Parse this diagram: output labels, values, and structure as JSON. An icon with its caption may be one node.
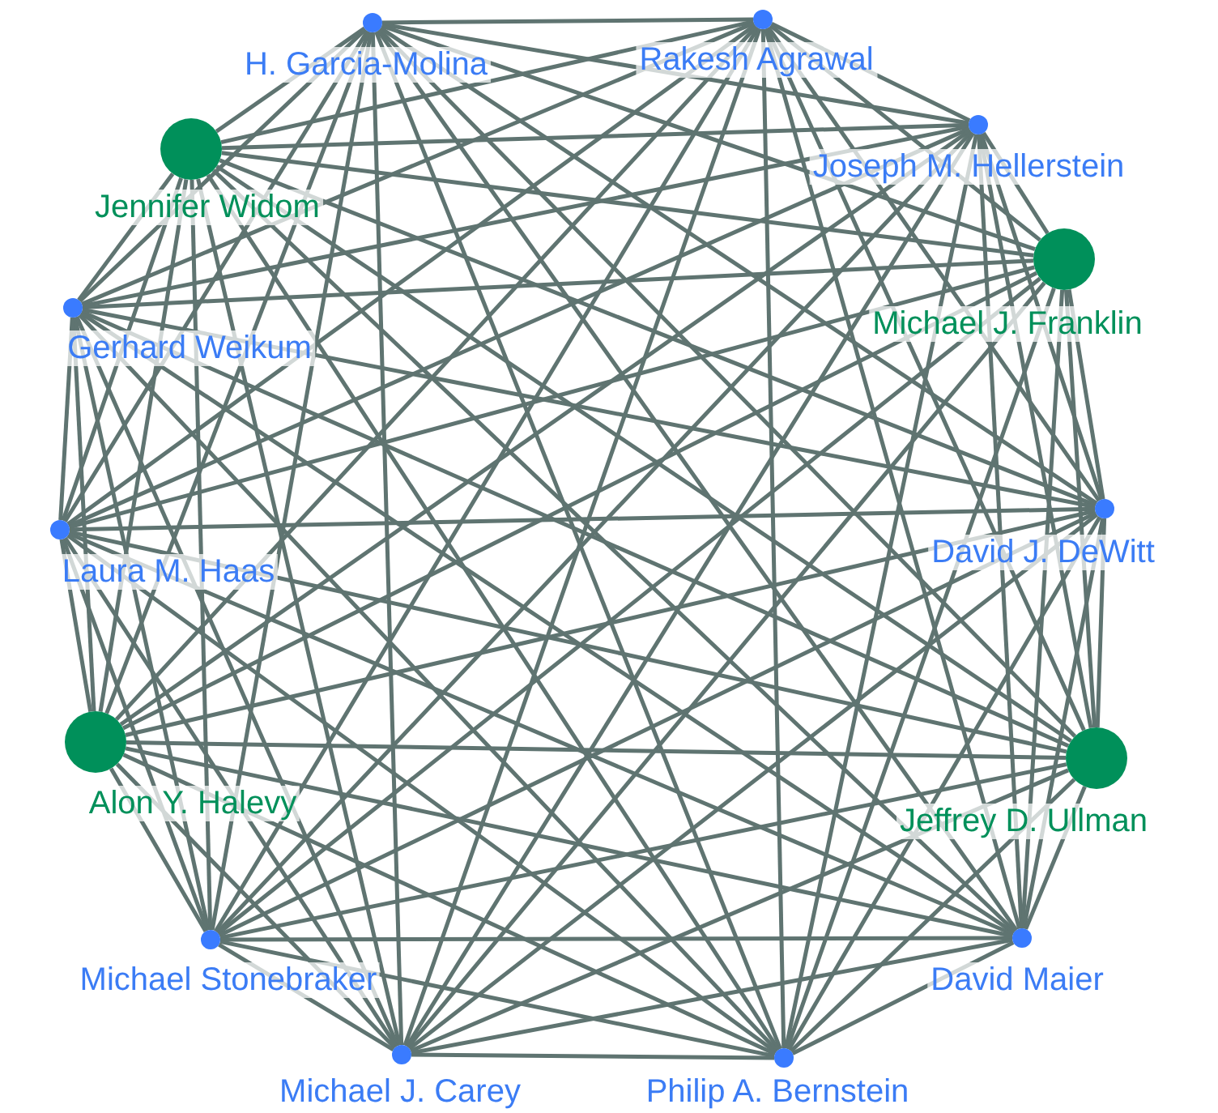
{
  "diagram": {
    "nodes": [
      {
        "text": [],
        "shape": "circle",
        "beside": [
          "H. Garcia-Molina"
        ]
      },
      {
        "text": [],
        "shape": "circle",
        "beside": [
          "Rakesh Agrawal"
        ]
      },
      {
        "text": [],
        "shape": "circle",
        "beside": [
          "Jennifer Widom"
        ]
      },
      {
        "text": [],
        "shape": "circle",
        "beside": [
          "Joseph M. Hellerstein"
        ]
      },
      {
        "text": [],
        "shape": "circle",
        "beside": [
          "Michael J. Franklin"
        ]
      },
      {
        "text": [],
        "shape": "circle",
        "beside": [
          "Gerhard Weikum"
        ]
      },
      {
        "text": [],
        "shape": "circle",
        "beside": [
          "David J. DeWitt"
        ]
      },
      {
        "text": [],
        "shape": "circle",
        "beside": [
          "Laura M. Haas"
        ]
      },
      {
        "text": [],
        "shape": "circle",
        "beside": [
          "Alon Y. Halevy"
        ]
      },
      {
        "text": [],
        "shape": "circle",
        "beside": [
          "Jeffrey D. Ullman"
        ]
      },
      {
        "text": [],
        "shape": "circle",
        "beside": [
          "Michael Stonebraker"
        ]
      },
      {
        "text": [],
        "shape": "circle",
        "beside": [
          "David Maier"
        ]
      },
      {
        "text": [],
        "shape": "circle",
        "beside": [
          "Michael J. Carey"
        ]
      },
      {
        "text": [],
        "shape": "circle",
        "beside": [
          "Philip A. Bernstein"
        ]
      }
    ],
    "edges": [
      {
        "from": 0,
        "to": 1,
        "arrow": "none"
      },
      {
        "from": 0,
        "to": 2,
        "arrow": "none"
      },
      {
        "from": 0,
        "to": 3,
        "arrow": "none"
      },
      {
        "from": 0,
        "to": 4,
        "arrow": "none"
      },
      {
        "from": 0,
        "to": 5,
        "arrow": "none"
      },
      {
        "from": 0,
        "to": 6,
        "arrow": "none"
      },
      {
        "from": 0,
        "to": 7,
        "arrow": "none"
      },
      {
        "from": 0,
        "to": 8,
        "arrow": "none"
      },
      {
        "from": 0,
        "to": 9,
        "arrow": "none"
      },
      {
        "from": 0,
        "to": 10,
        "arrow": "none"
      },
      {
        "from": 0,
        "to": 11,
        "arrow": "none"
      },
      {
        "from": 0,
        "to": 12,
        "arrow": "none"
      },
      {
        "from": 0,
        "to": 13,
        "arrow": "none"
      },
      {
        "from": 1,
        "to": 2,
        "arrow": "none"
      },
      {
        "from": 1,
        "to": 3,
        "arrow": "none"
      },
      {
        "from": 1,
        "to": 4,
        "arrow": "none"
      },
      {
        "from": 1,
        "to": 5,
        "arrow": "none"
      },
      {
        "from": 1,
        "to": 6,
        "arrow": "none"
      },
      {
        "from": 1,
        "to": 7,
        "arrow": "none"
      },
      {
        "from": 1,
        "to": 8,
        "arrow": "none"
      },
      {
        "from": 1,
        "to": 9,
        "arrow": "none"
      },
      {
        "from": 1,
        "to": 10,
        "arrow": "none"
      },
      {
        "from": 1,
        "to": 11,
        "arrow": "none"
      },
      {
        "from": 1,
        "to": 12,
        "arrow": "none"
      },
      {
        "from": 1,
        "to": 13,
        "arrow": "none"
      },
      {
        "from": 2,
        "to": 3,
        "arrow": "none"
      },
      {
        "from": 2,
        "to": 4,
        "arrow": "none"
      },
      {
        "from": 2,
        "to": 5,
        "arrow": "none"
      },
      {
        "from": 2,
        "to": 6,
        "arrow": "none"
      },
      {
        "from": 2,
        "to": 7,
        "arrow": "none"
      },
      {
        "from": 2,
        "to": 8,
        "arrow": "none"
      },
      {
        "from": 2,
        "to": 9,
        "arrow": "none"
      },
      {
        "from": 2,
        "to": 10,
        "arrow": "none"
      },
      {
        "from": 2,
        "to": 11,
        "arrow": "none"
      },
      {
        "from": 2,
        "to": 12,
        "arrow": "none"
      },
      {
        "from": 2,
        "to": 13,
        "arrow": "none"
      },
      {
        "from": 3,
        "to": 4,
        "arrow": "none"
      },
      {
        "from": 3,
        "to": 5,
        "arrow": "none"
      },
      {
        "from": 3,
        "to": 6,
        "arrow": "none"
      },
      {
        "from": 3,
        "to": 7,
        "arrow": "none"
      },
      {
        "from": 3,
        "to": 8,
        "arrow": "none"
      },
      {
        "from": 3,
        "to": 9,
        "arrow": "none"
      },
      {
        "from": 3,
        "to": 10,
        "arrow": "none"
      },
      {
        "from": 3,
        "to": 11,
        "arrow": "none"
      },
      {
        "from": 3,
        "to": 12,
        "arrow": "none"
      },
      {
        "from": 3,
        "to": 13,
        "arrow": "none"
      },
      {
        "from": 4,
        "to": 5,
        "arrow": "none"
      },
      {
        "from": 4,
        "to": 6,
        "arrow": "none"
      },
      {
        "from": 4,
        "to": 7,
        "arrow": "none"
      },
      {
        "from": 4,
        "to": 8,
        "arrow": "none"
      },
      {
        "from": 4,
        "to": 9,
        "arrow": "none"
      },
      {
        "from": 4,
        "to": 10,
        "arrow": "none"
      },
      {
        "from": 4,
        "to": 11,
        "arrow": "none"
      },
      {
        "from": 4,
        "to": 12,
        "arrow": "none"
      },
      {
        "from": 4,
        "to": 13,
        "arrow": "none"
      },
      {
        "from": 5,
        "to": 6,
        "arrow": "none"
      },
      {
        "from": 5,
        "to": 7,
        "arrow": "none"
      },
      {
        "from": 5,
        "to": 8,
        "arrow": "none"
      },
      {
        "from": 5,
        "to": 9,
        "arrow": "none"
      },
      {
        "from": 5,
        "to": 10,
        "arrow": "none"
      },
      {
        "from": 5,
        "to": 11,
        "arrow": "none"
      },
      {
        "from": 5,
        "to": 12,
        "arrow": "none"
      },
      {
        "from": 5,
        "to": 13,
        "arrow": "none"
      },
      {
        "from": 6,
        "to": 7,
        "arrow": "none"
      },
      {
        "from": 6,
        "to": 8,
        "arrow": "none"
      },
      {
        "from": 6,
        "to": 9,
        "arrow": "none"
      },
      {
        "from": 6,
        "to": 10,
        "arrow": "none"
      },
      {
        "from": 6,
        "to": 11,
        "arrow": "none"
      },
      {
        "from": 6,
        "to": 12,
        "arrow": "none"
      },
      {
        "from": 6,
        "to": 13,
        "arrow": "none"
      },
      {
        "from": 7,
        "to": 8,
        "arrow": "none"
      },
      {
        "from": 7,
        "to": 9,
        "arrow": "none"
      },
      {
        "from": 7,
        "to": 10,
        "arrow": "none"
      },
      {
        "from": 7,
        "to": 11,
        "arrow": "none"
      },
      {
        "from": 7,
        "to": 12,
        "arrow": "none"
      },
      {
        "from": 7,
        "to": 13,
        "arrow": "none"
      },
      {
        "from": 8,
        "to": 9,
        "arrow": "none"
      },
      {
        "from": 8,
        "to": 10,
        "arrow": "none"
      },
      {
        "from": 8,
        "to": 11,
        "arrow": "none"
      },
      {
        "from": 8,
        "to": 12,
        "arrow": "none"
      },
      {
        "from": 8,
        "to": 13,
        "arrow": "none"
      },
      {
        "from": 9,
        "to": 10,
        "arrow": "none"
      },
      {
        "from": 9,
        "to": 11,
        "arrow": "none"
      },
      {
        "from": 9,
        "to": 12,
        "arrow": "none"
      },
      {
        "from": 9,
        "to": 13,
        "arrow": "none"
      },
      {
        "from": 10,
        "to": 11,
        "arrow": "none"
      },
      {
        "from": 10,
        "to": 12,
        "arrow": "none"
      },
      {
        "from": 10,
        "to": 13,
        "arrow": "none"
      },
      {
        "from": 11,
        "to": 12,
        "arrow": "none"
      },
      {
        "from": 11,
        "to": 13,
        "arrow": "none"
      },
      {
        "from": 12,
        "to": 13,
        "arrow": "none"
      }
    ]
  }
}
